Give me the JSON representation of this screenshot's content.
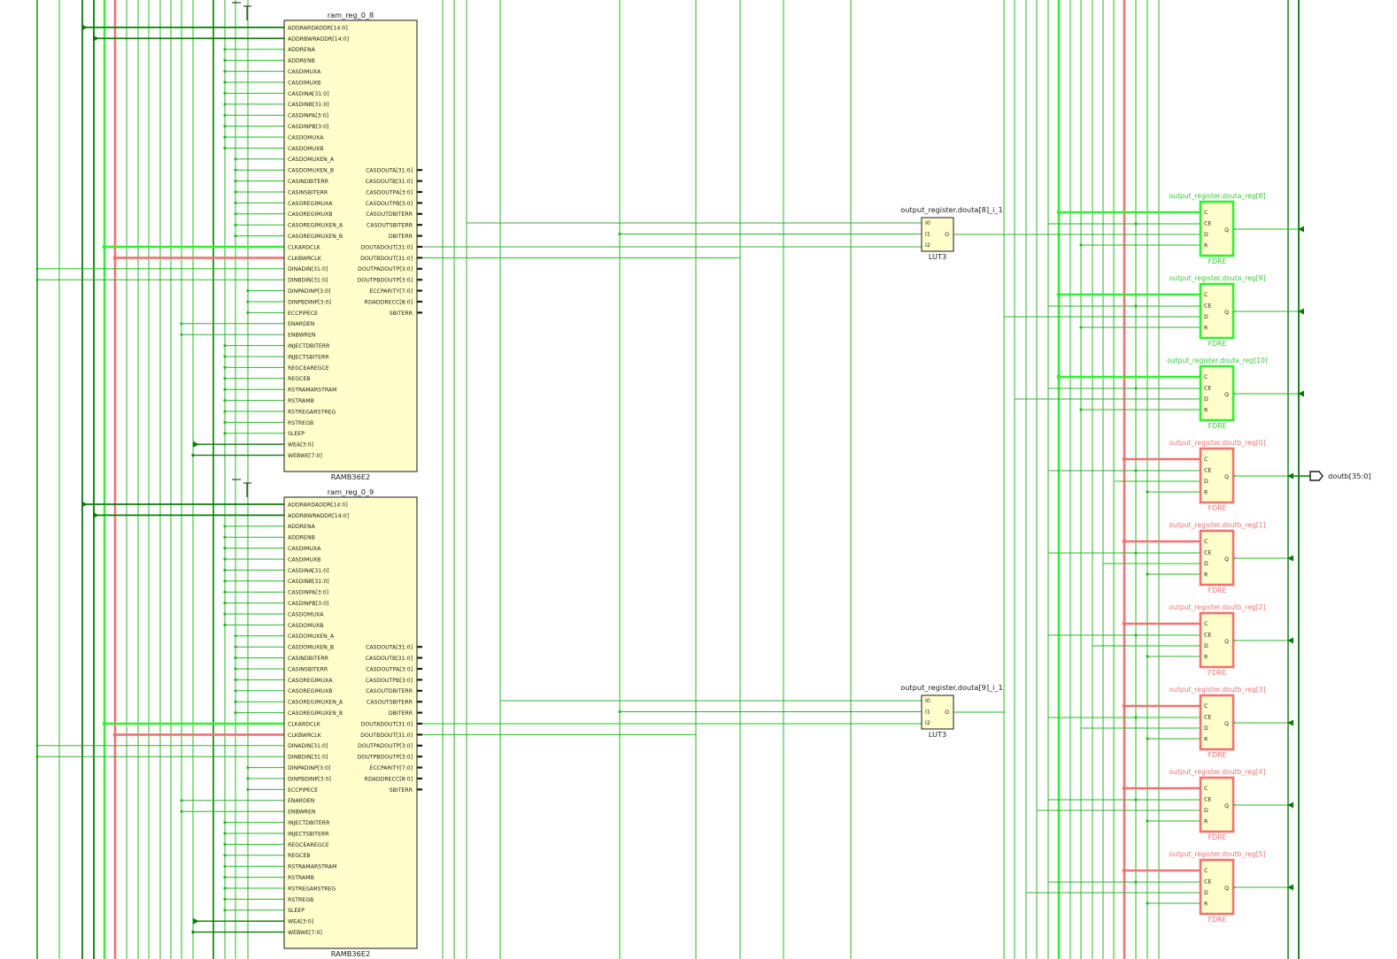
{
  "colors": {
    "net": "#2bb52b",
    "net_dark": "#0a7a0a",
    "highlight_green": "#33ee33",
    "highlight_red": "#f07272",
    "cell_fill": "#ffffcc",
    "cell_stroke": "#1a1a1a",
    "ff_label_green": "#33cc33",
    "ff_label_red": "#f07272"
  },
  "ram_left_pins": [
    "ADDRARDADDR[14:0]",
    "ADDRBWRADDR[14:0]",
    "ADDRENA",
    "ADDRENB",
    "CASDIMUXA",
    "CASDIMUXB",
    "CASDINA[31:0]",
    "CASDINB[31:0]",
    "CASDINPA[3:0]",
    "CASDINPB[3:0]",
    "CASDOMUXA",
    "CASDOMUXB",
    "CASDOMUXEN_A",
    "CASDOMUXEN_B",
    "CASINDBITERR",
    "CASINSBITERR",
    "CASOREGIMUXA",
    "CASOREGIMUXB",
    "CASOREGIMUXEN_A",
    "CASOREGIMUXEN_B",
    "CLKARDCLK",
    "CLKBWRCLK",
    "DINADIN[31:0]",
    "DINBDIN[31:0]",
    "DINPADINP[3:0]",
    "DINPBDINP[3:0]",
    "ECCPIPECE",
    "ENARDEN",
    "ENBWREN",
    "INJECTDBITERR",
    "INJECTSBITERR",
    "REGCEAREGCE",
    "REGCEB",
    "RSTRAMARSTRAM",
    "RSTRAMB",
    "RSTREGARSTREG",
    "RSTREGB",
    "SLEEP",
    "WEA[3:0]",
    "WEBWE[7:0]"
  ],
  "ram_right_pins": [
    "CASDOUTA[31:0]",
    "CASDOUTB[31:0]",
    "CASDOUTPA[3:0]",
    "CASDOUTPB[3:0]",
    "CASOUTDBITERR",
    "CASOUTSBITERR",
    "DBITERR",
    "DOUTADOUT[31:0]",
    "DOUTBDOUT[31:0]",
    "DOUTPADOUTP[3:0]",
    "DOUTPBDOUTP[3:0]",
    "ECCPARITY[7:0]",
    "RDADDRECC[8:0]",
    "SBITERR"
  ],
  "ram_cells": [
    {
      "name": "ram_reg_0_8",
      "type": "RAMB36E2"
    },
    {
      "name": "ram_reg_0_9",
      "type": "RAMB36E2"
    }
  ],
  "lut_cells": [
    {
      "name": "output_register.douta[8]_i_1",
      "type": "LUT3",
      "pins_in": [
        "I0",
        "I1",
        "I2"
      ],
      "pin_out": "O"
    },
    {
      "name": "output_register.douta[9]_i_1",
      "type": "LUT3",
      "pins_in": [
        "I0",
        "I1",
        "I2"
      ],
      "pin_out": "O"
    }
  ],
  "ff_pins_in": [
    "C",
    "CE",
    "D",
    "R"
  ],
  "ff_pin_out": "Q",
  "ff_cells": [
    {
      "name": "output_register.douta_reg[8]",
      "type": "FDRE",
      "highlight": "green"
    },
    {
      "name": "output_register.douta_reg[9]",
      "type": "FDRE",
      "highlight": "green"
    },
    {
      "name": "output_register.douta_reg[10]",
      "type": "FDRE",
      "highlight": "green"
    },
    {
      "name": "output_register.doutb_reg[0]",
      "type": "FDRE",
      "highlight": "red"
    },
    {
      "name": "output_register.doutb_reg[1]",
      "type": "FDRE",
      "highlight": "red"
    },
    {
      "name": "output_register.doutb_reg[2]",
      "type": "FDRE",
      "highlight": "red"
    },
    {
      "name": "output_register.doutb_reg[3]",
      "type": "FDRE",
      "highlight": "red"
    },
    {
      "name": "output_register.doutb_reg[4]",
      "type": "FDRE",
      "highlight": "red"
    },
    {
      "name": "output_register.doutb_reg[5]",
      "type": "FDRE",
      "highlight": "red"
    }
  ],
  "output_port": {
    "label": "doutb[35:0]"
  }
}
